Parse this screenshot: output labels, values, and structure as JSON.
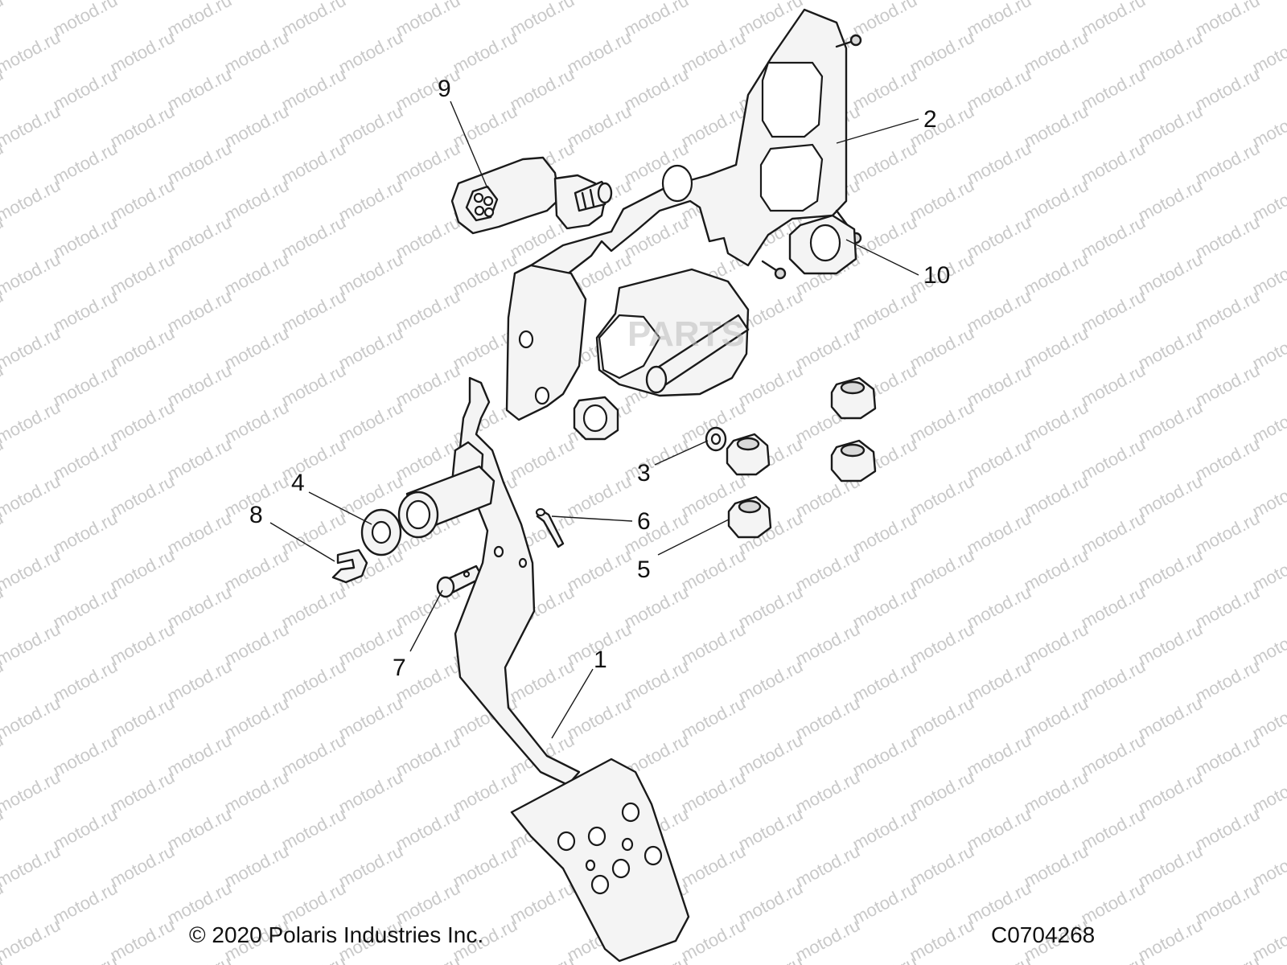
{
  "watermark": {
    "text": "motod.ru",
    "color": "#c9c9c9"
  },
  "brand_watermark": {
    "text": "PARTS"
  },
  "callouts": [
    {
      "id": "1",
      "label": "1",
      "part": "pedal-arm"
    },
    {
      "id": "2",
      "label": "2",
      "part": "mounting-bracket"
    },
    {
      "id": "3",
      "label": "3",
      "part": "lock-washer"
    },
    {
      "id": "4",
      "label": "4",
      "part": "bushing"
    },
    {
      "id": "5",
      "label": "5",
      "part": "nut"
    },
    {
      "id": "6",
      "label": "6",
      "part": "cotter-pin"
    },
    {
      "id": "7",
      "label": "7",
      "part": "clevis-pin"
    },
    {
      "id": "8",
      "label": "8",
      "part": "e-clip"
    },
    {
      "id": "9",
      "label": "9",
      "part": "brake-switch"
    },
    {
      "id": "10",
      "label": "10",
      "part": "hex-nut"
    }
  ],
  "footer": {
    "copyright": "© 2020 Polaris Industries Inc.",
    "diagram_code": "C0704268"
  }
}
